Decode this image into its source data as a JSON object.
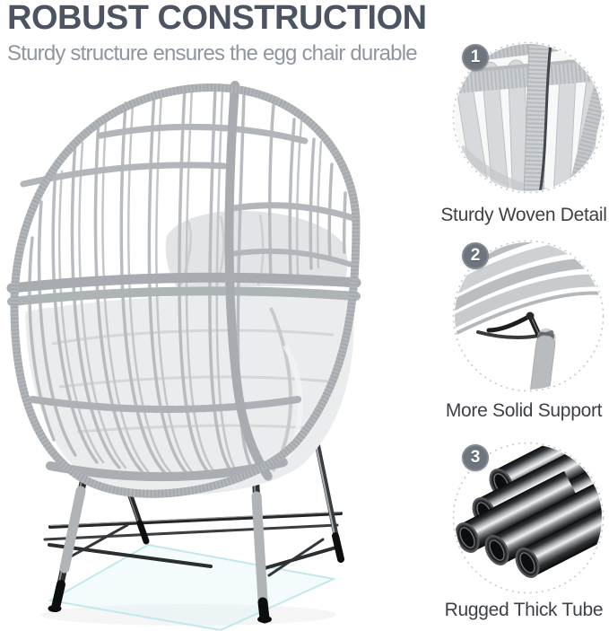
{
  "header": {
    "title": "ROBUST CONSTRUCTION",
    "subtitle": "Sturdy structure ensures the egg chair durable"
  },
  "hero": {
    "icon": "egg-chair-product-photo"
  },
  "features": [
    {
      "number": "1",
      "label": "Sturdy Woven Detail",
      "icon": "woven-detail-photo"
    },
    {
      "number": "2",
      "label": "More Solid Support",
      "icon": "leg-support-photo"
    },
    {
      "number": "3",
      "label": "Rugged Thick Tube",
      "icon": "steel-tubes-photo"
    }
  ],
  "colors": {
    "title": "#4c5462",
    "subtitle": "#8f969e",
    "feature_label": "#3d4146",
    "badge": "#6f757e",
    "dashed_ring": "#c8cdd1",
    "wicker": "#b8bcc0",
    "cushion": "#eaecee",
    "metal_leg": "#232527",
    "floor_glow": "#c2e8ee"
  }
}
